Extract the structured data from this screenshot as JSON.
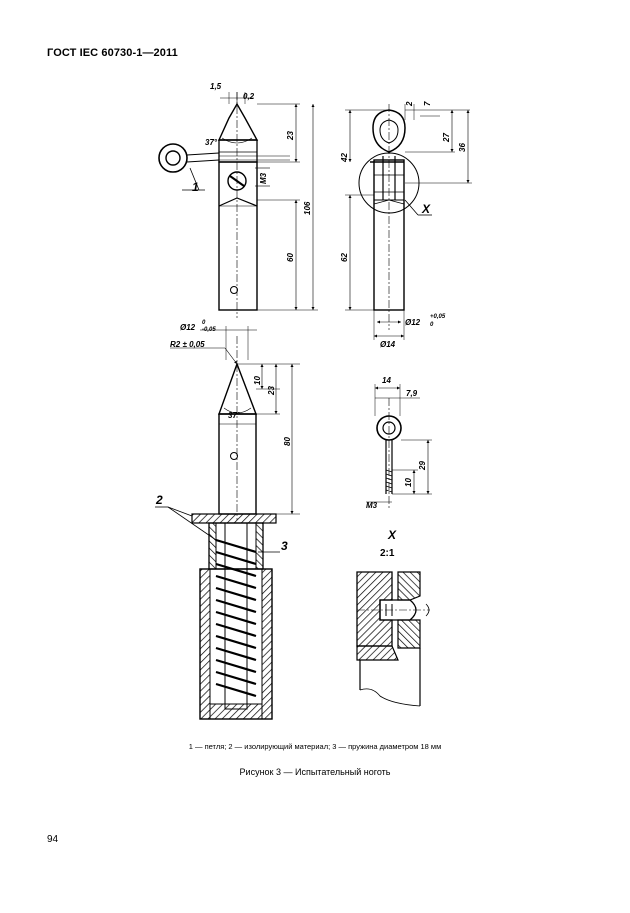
{
  "header": {
    "standard": "ГОСТ IEC 60730-1—2011"
  },
  "figure": {
    "top_left": {
      "d1": "1,5",
      "d2": "0,2",
      "angle": "37°",
      "d23": "23",
      "d106": "106",
      "d60": "60",
      "m3": "M3",
      "label1": "1"
    },
    "top_right": {
      "d2": "2",
      "d7": "7",
      "d27": "27",
      "d36": "36",
      "d42": "42",
      "d62": "62",
      "dia12": "Ø12",
      "tol_up": "+0,05",
      "tol_low": "0",
      "dia14": "Ø14",
      "labelX": "X"
    },
    "middle_left": {
      "dia12": "Ø12",
      "tol_up": "0",
      "tol_low": "-0,05",
      "r2": "R2 ± 0,05",
      "d10": "10",
      "d23": "23",
      "angle": "37°",
      "d80": "80"
    },
    "middle_right": {
      "d14": "14",
      "d79": "7,9",
      "d29": "29",
      "d10": "10",
      "m3": "M3"
    },
    "bottom_left": {
      "label2": "2",
      "label3": "3"
    },
    "detail": {
      "label": "X",
      "scale": "2:1"
    }
  },
  "legend": {
    "text": "1 — петля; 2 — изолирующий материал; 3 — пружина диаметром 18 мм"
  },
  "caption": {
    "text": "Рисунок 3 — Испытательный ноготь"
  },
  "page_number": "94"
}
